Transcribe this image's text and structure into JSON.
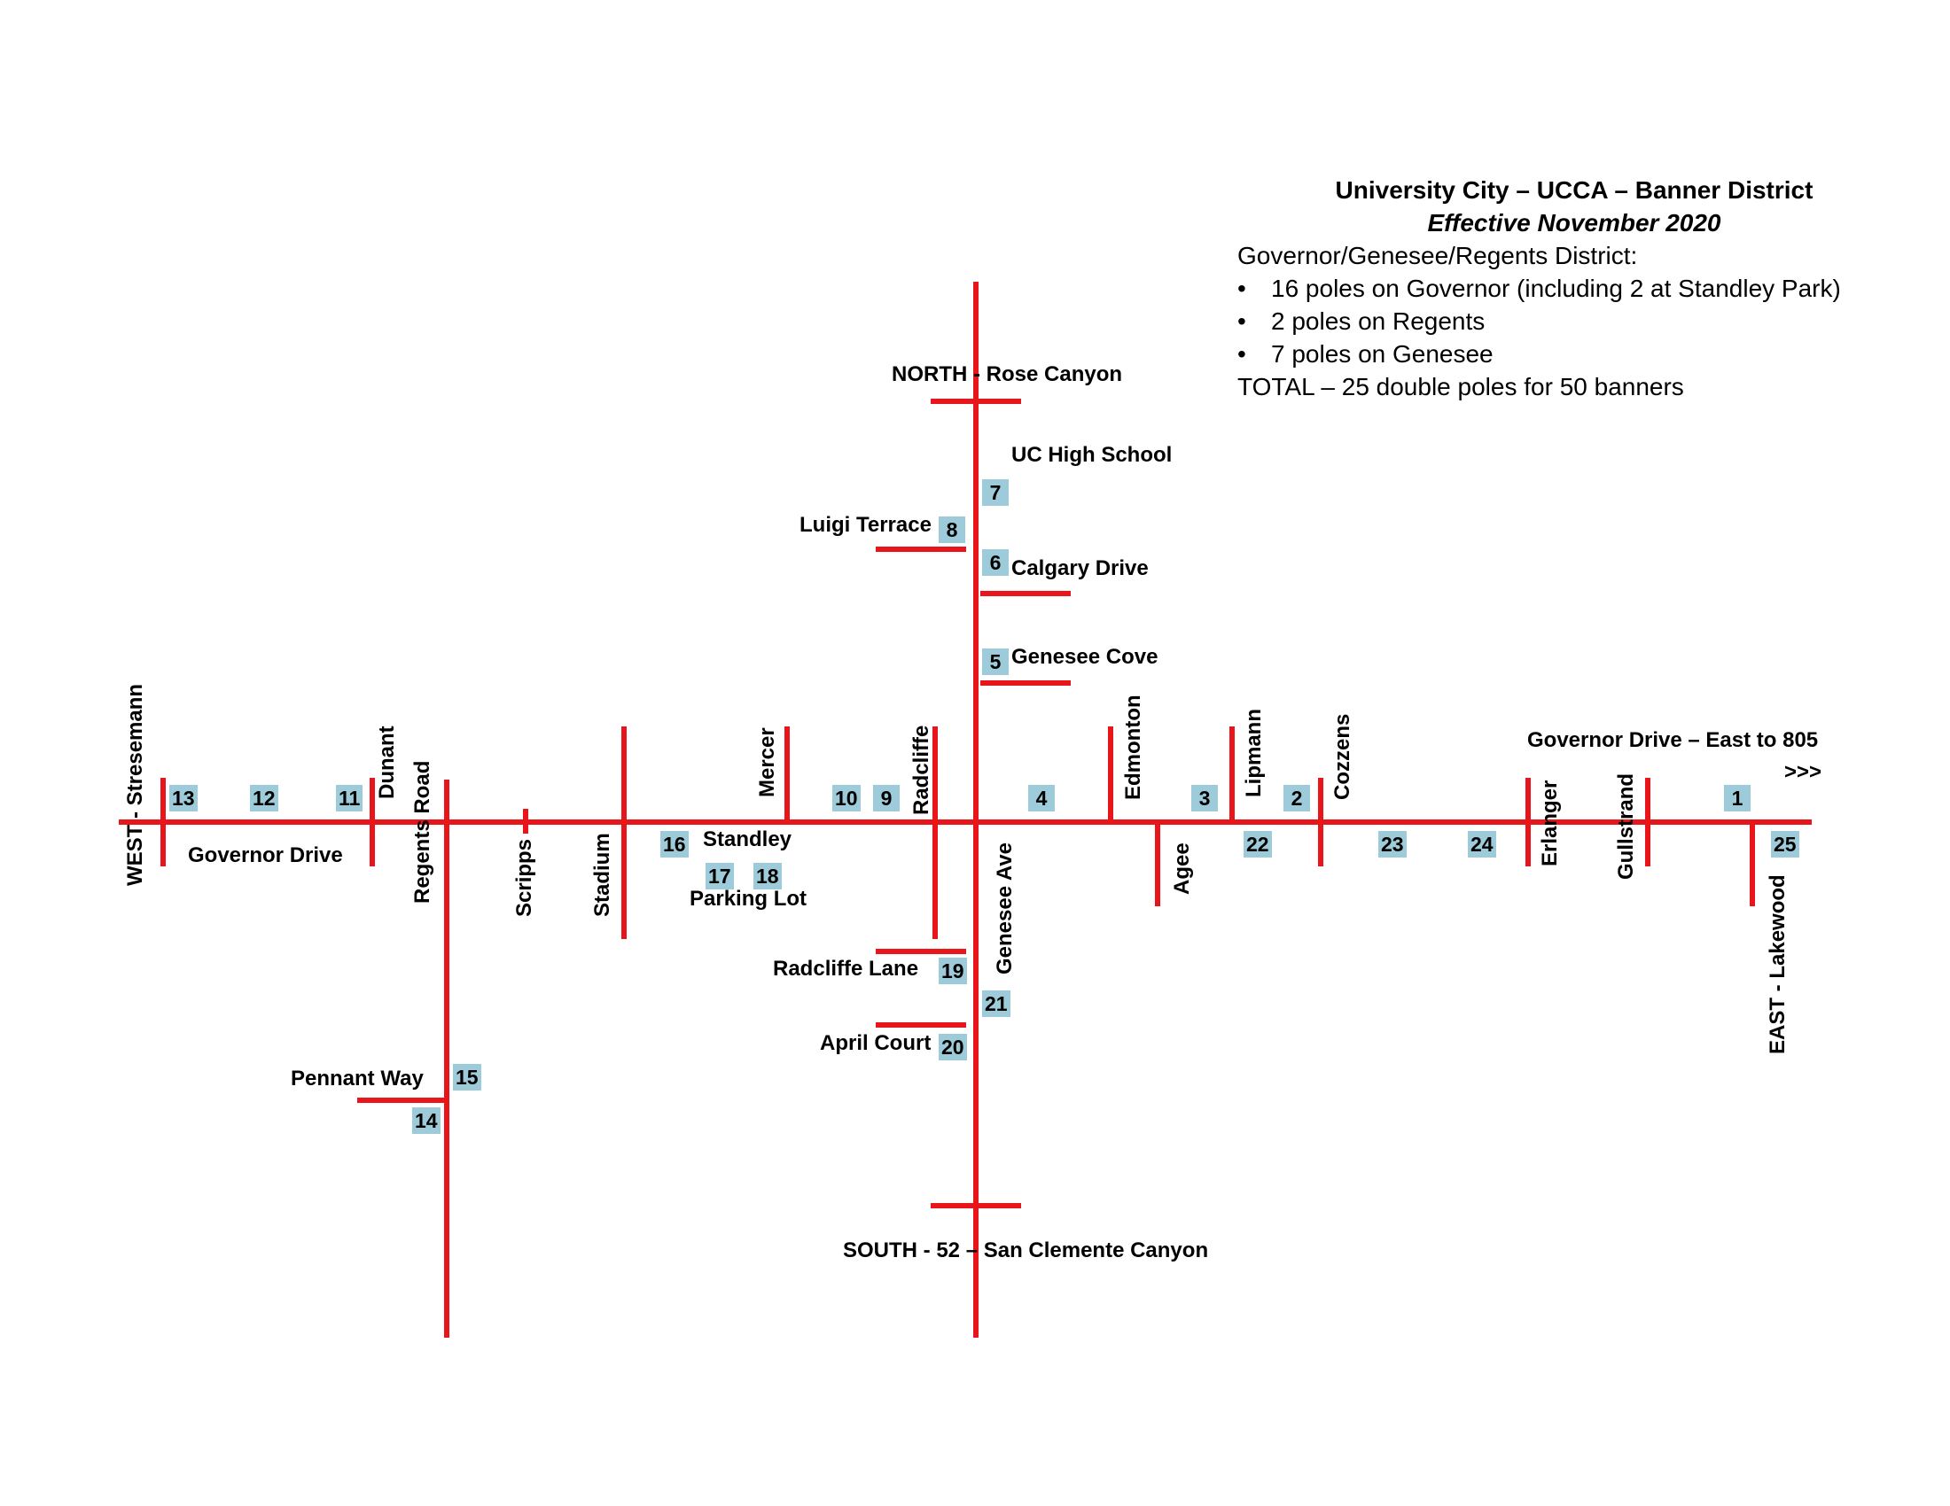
{
  "info": {
    "title": "University City – UCCA – Banner District",
    "subtitle": "Effective November 2020",
    "district_line": "Governor/Genesee/Regents District:",
    "bullet_symbol": "•",
    "bullets": [
      "16 poles on Governor (including 2 at Standley Park)",
      "2 poles on Regents",
      "7 poles on Genesee"
    ],
    "total": "TOTAL – 25 double poles for 50 banners"
  },
  "labels": {
    "north": "NORTH - Rose Canyon",
    "south": "SOUTH - 52 – San Clemente Canyon",
    "west": "WEST - Stresemann",
    "east": "EAST - Lakewood",
    "governor_drive": "Governor Drive",
    "governor_east": "Governor Drive – East to 805",
    "arrows": ">>>",
    "uc_high": "UC High School",
    "luigi": "Luigi Terrace",
    "calgary": "Calgary Drive",
    "genesee_cove": "Genesee Cove",
    "radcliffe_lane": "Radcliffe Lane",
    "april_court": "April Court",
    "pennant": "Pennant Way",
    "standley": "Standley",
    "parking": "Parking Lot",
    "dunant": "Dunant",
    "regents": "Regents Road",
    "scripps": "Scripps",
    "stadium": "Stadium",
    "mercer": "Mercer",
    "radcliffe": "Radcliffe",
    "genesee_ave": "Genesee Ave",
    "edmonton": "Edmonton",
    "agee": "Agee",
    "lipmann": "Lipmann",
    "cozzens": "Cozzens",
    "erlanger": "Erlanger",
    "gullstrand": "Gullstrand"
  },
  "poles": {
    "p1": "1",
    "p2": "2",
    "p3": "3",
    "p4": "4",
    "p5": "5",
    "p6": "6",
    "p7": "7",
    "p8": "8",
    "p9": "9",
    "p10": "10",
    "p11": "11",
    "p12": "12",
    "p13": "13",
    "p14": "14",
    "p15": "15",
    "p16": "16",
    "p17": "17",
    "p18": "18",
    "p19": "19",
    "p20": "20",
    "p21": "21",
    "p22": "22",
    "p23": "23",
    "p24": "24",
    "p25": "25"
  },
  "colors": {
    "road": "#e8151b",
    "pole_marker": "#9ecbd9"
  }
}
